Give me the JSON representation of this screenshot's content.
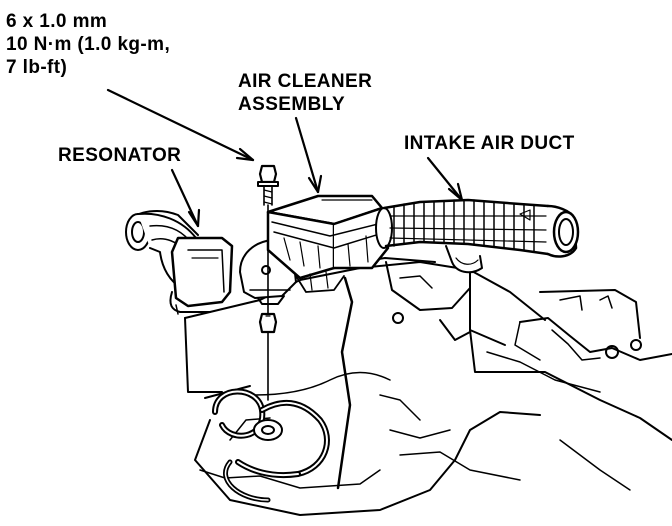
{
  "labels": {
    "bolt_spec": {
      "size": "6 x 1.0 mm",
      "torque_metric": "10 N·m (1.0 kg-m,",
      "torque_imperial": "7 lb-ft)"
    },
    "air_cleaner_assembly": {
      "line1": "AIR CLEANER",
      "line2": "ASSEMBLY"
    },
    "resonator": "RESONATOR",
    "intake_air_duct": "INTAKE AIR DUCT"
  },
  "colors": {
    "ink": "#000000",
    "paper": "#ffffff"
  }
}
